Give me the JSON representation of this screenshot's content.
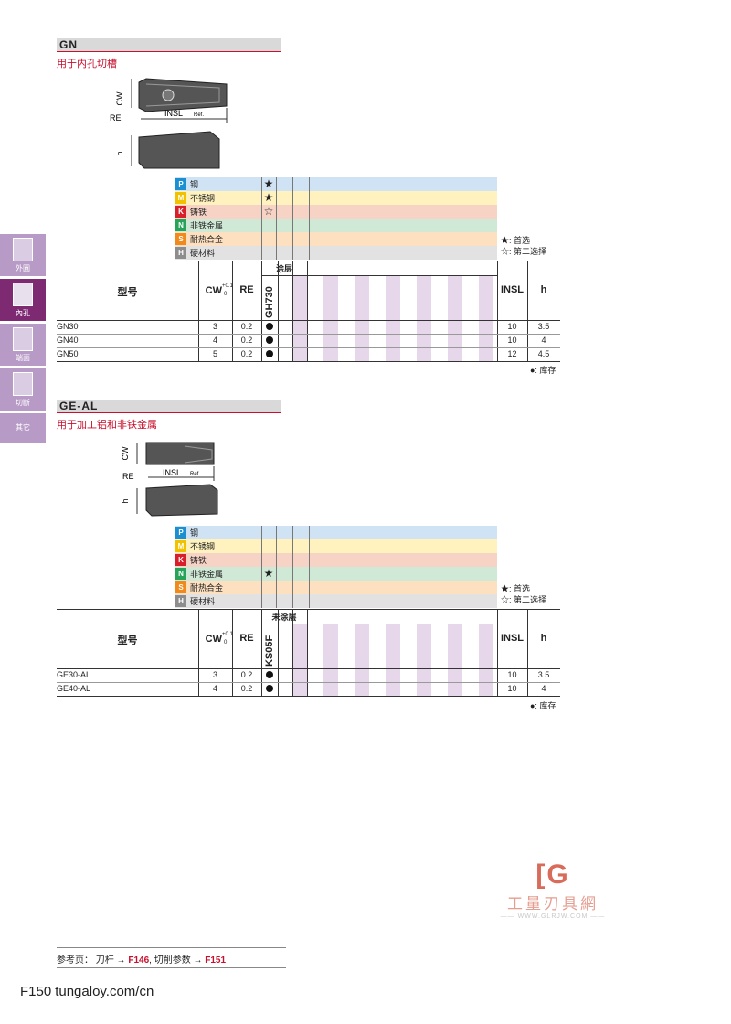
{
  "sidenav": [
    {
      "label": "外圓",
      "active": false
    },
    {
      "label": "內孔",
      "active": true
    },
    {
      "label": "端面",
      "active": false
    },
    {
      "label": "切斷",
      "active": false
    },
    {
      "label": "其它",
      "active": false
    }
  ],
  "materials": [
    {
      "code": "P",
      "name": "钢",
      "color": "#1a8fd1",
      "row_bg": "#cfe3f4"
    },
    {
      "code": "M",
      "name": "不锈钢",
      "color": "#f2c200",
      "row_bg": "#fff2bf"
    },
    {
      "code": "K",
      "name": "铸铁",
      "color": "#d8202a",
      "row_bg": "#f7d3c6"
    },
    {
      "code": "N",
      "name": "非铁金属",
      "color": "#27a35a",
      "row_bg": "#cfe9d6"
    },
    {
      "code": "S",
      "name": "耐热合金",
      "color": "#f08a1d",
      "row_bg": "#fde0c0"
    },
    {
      "code": "H",
      "name": "硬材料",
      "color": "#8d8d8d",
      "row_bg": "#e2e2e2"
    }
  ],
  "legend": {
    "preferred": "★: 首选",
    "second": "☆: 第二选择"
  },
  "gn": {
    "title": "GN",
    "subtitle": "用于内孔切槽",
    "dims": {
      "cw": "CW",
      "re": "RE",
      "insl": "INSL",
      "ref": "Ref.",
      "h": "h"
    },
    "marks": [
      "★",
      "★",
      "☆",
      "",
      "",
      ""
    ],
    "coating": "涂层",
    "grade": "GH730",
    "headers": {
      "model": "型号",
      "cw": "CW",
      "cw_tol": "+0.1",
      "cw_tol2": "0",
      "re": "RE",
      "insl": "INSL",
      "h": "h"
    },
    "rows": [
      {
        "model": "GN30",
        "cw": "3",
        "re": "0.2",
        "insl": "10",
        "h": "3.5"
      },
      {
        "model": "GN40",
        "cw": "4",
        "re": "0.2",
        "insl": "10",
        "h": "4"
      },
      {
        "model": "GN50",
        "cw": "5",
        "re": "0.2",
        "insl": "12",
        "h": "4.5"
      }
    ],
    "stock_note": "●: 库存"
  },
  "geal": {
    "title": "GE-AL",
    "subtitle": "用于加工铝和非铁金属",
    "dims": {
      "cw": "CW",
      "re": "RE",
      "insl": "INSL",
      "ref": "Ref.",
      "h": "h"
    },
    "marks": [
      "",
      "",
      "",
      "★",
      "",
      ""
    ],
    "coating": "未涂层",
    "grade": "KS05F",
    "headers": {
      "model": "型号",
      "cw": "CW",
      "cw_tol": "+0.1",
      "cw_tol2": "0",
      "re": "RE",
      "insl": "INSL",
      "h": "h"
    },
    "rows": [
      {
        "model": "GE30-AL",
        "cw": "3",
        "re": "0.2",
        "insl": "10",
        "h": "3.5"
      },
      {
        "model": "GE40-AL",
        "cw": "4",
        "re": "0.2",
        "insl": "10",
        "h": "4"
      }
    ],
    "stock_note": "●: 库存"
  },
  "footer": {
    "ref_prefix": "参考页： 刀杆 →",
    "ref1": "F146",
    "ref_mid": ", 切削参数 →",
    "ref2": "F151",
    "page": "F150",
    "site": "tungaloy.com/cn"
  },
  "watermark": {
    "logo": "[G",
    "text": "工量刃具網",
    "url": "—— WWW.GLRJW.COM ——"
  }
}
